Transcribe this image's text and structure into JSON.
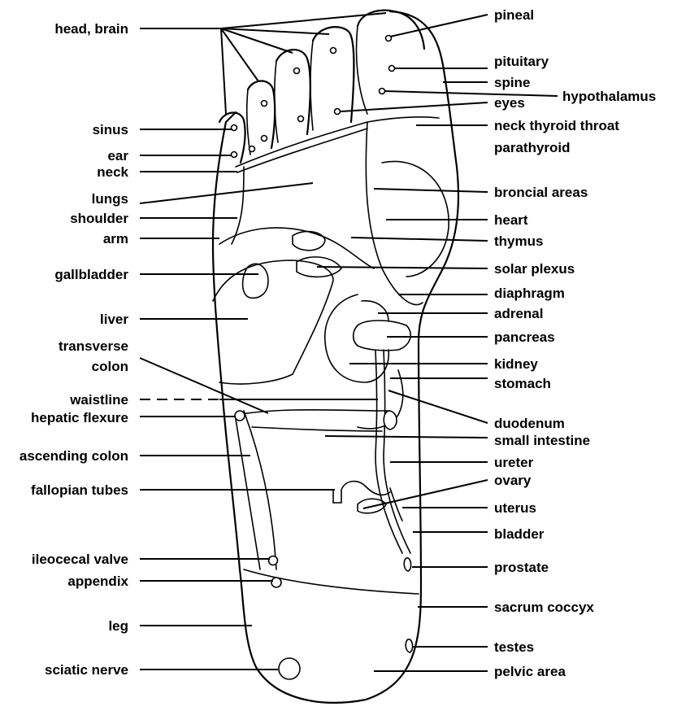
{
  "left_labels": [
    {
      "id": "head-brain",
      "lines": [
        "head, brain"
      ]
    },
    {
      "id": "sinus",
      "lines": [
        "sinus"
      ]
    },
    {
      "id": "ear",
      "lines": [
        "ear"
      ]
    },
    {
      "id": "neck",
      "lines": [
        "neck"
      ]
    },
    {
      "id": "lungs",
      "lines": [
        "lungs"
      ]
    },
    {
      "id": "shoulder",
      "lines": [
        "shoulder"
      ]
    },
    {
      "id": "arm",
      "lines": [
        "arm"
      ]
    },
    {
      "id": "gallbladder",
      "lines": [
        "gallbladder"
      ]
    },
    {
      "id": "liver",
      "lines": [
        "liver"
      ]
    },
    {
      "id": "transverse-colon",
      "lines": [
        "transverse",
        "colon"
      ]
    },
    {
      "id": "waistline",
      "lines": [
        "waistline"
      ]
    },
    {
      "id": "hepatic-flexure",
      "lines": [
        "hepatic flexure"
      ]
    },
    {
      "id": "ascending-colon",
      "lines": [
        "ascending colon"
      ]
    },
    {
      "id": "fallopian-tubes",
      "lines": [
        "fallopian tubes"
      ]
    },
    {
      "id": "ileocecal-valve",
      "lines": [
        "ileocecal valve"
      ]
    },
    {
      "id": "appendix",
      "lines": [
        "appendix"
      ]
    },
    {
      "id": "leg",
      "lines": [
        "leg"
      ]
    },
    {
      "id": "sciatic-nerve",
      "lines": [
        "sciatic nerve"
      ]
    }
  ],
  "right_labels": [
    {
      "id": "pineal",
      "lines": [
        "pineal"
      ]
    },
    {
      "id": "pituitary",
      "lines": [
        "pituitary"
      ]
    },
    {
      "id": "spine",
      "lines": [
        "spine"
      ]
    },
    {
      "id": "hypothalamus",
      "lines": [
        "hypothalamus"
      ]
    },
    {
      "id": "eyes",
      "lines": [
        "eyes"
      ]
    },
    {
      "id": "neck-thyroid-throat",
      "lines": [
        "neck thyroid throat"
      ]
    },
    {
      "id": "parathyroid",
      "lines": [
        "parathyroid"
      ]
    },
    {
      "id": "broncial-areas",
      "lines": [
        "broncial areas"
      ]
    },
    {
      "id": "heart",
      "lines": [
        "heart"
      ]
    },
    {
      "id": "thymus",
      "lines": [
        "thymus"
      ]
    },
    {
      "id": "solar-plexus",
      "lines": [
        "solar plexus"
      ]
    },
    {
      "id": "diaphragm",
      "lines": [
        "diaphragm"
      ]
    },
    {
      "id": "adrenal",
      "lines": [
        "adrenal"
      ]
    },
    {
      "id": "pancreas",
      "lines": [
        "pancreas"
      ]
    },
    {
      "id": "kidney",
      "lines": [
        "kidney"
      ]
    },
    {
      "id": "stomach",
      "lines": [
        "stomach"
      ]
    },
    {
      "id": "duodenum",
      "lines": [
        "duodenum"
      ]
    },
    {
      "id": "small-intestine",
      "lines": [
        "small intestine"
      ]
    },
    {
      "id": "ureter",
      "lines": [
        "ureter"
      ]
    },
    {
      "id": "ovary",
      "lines": [
        "ovary"
      ]
    },
    {
      "id": "uterus",
      "lines": [
        "uterus"
      ]
    },
    {
      "id": "bladder",
      "lines": [
        "bladder"
      ]
    },
    {
      "id": "prostate",
      "lines": [
        "prostate"
      ]
    },
    {
      "id": "sacrum-coccyx",
      "lines": [
        "sacrum coccyx"
      ]
    },
    {
      "id": "testes",
      "lines": [
        "testes"
      ]
    },
    {
      "id": "pelvic-area",
      "lines": [
        "pelvic area"
      ]
    }
  ]
}
